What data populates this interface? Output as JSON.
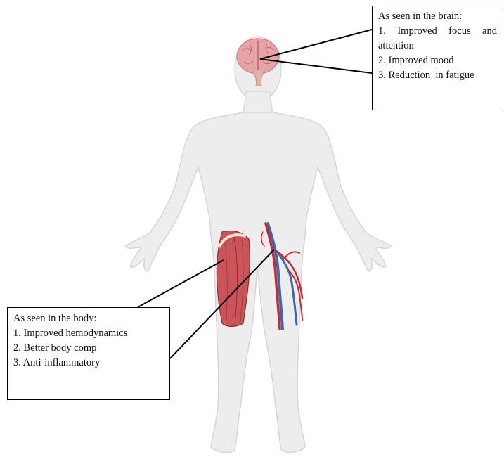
{
  "brain_callout": {
    "title": "As seen in the brain:",
    "items": [
      "1. Improved focus and attention",
      "2. Improved mood",
      "3. Reduction  in fatigue"
    ]
  },
  "body_callout": {
    "title": "As seen in the body:",
    "items": [
      "1. Improved hemodynamics",
      "2. Better body comp",
      "3. Anti-inflammatory"
    ]
  },
  "colors": {
    "skin": "#ededed",
    "skin_outline": "#d4d4d4",
    "brain": "#e7a3a6",
    "muscle": "#c9555a",
    "artery": "#d3252f",
    "vein": "#2f6fae",
    "leader_line": "#000000"
  }
}
